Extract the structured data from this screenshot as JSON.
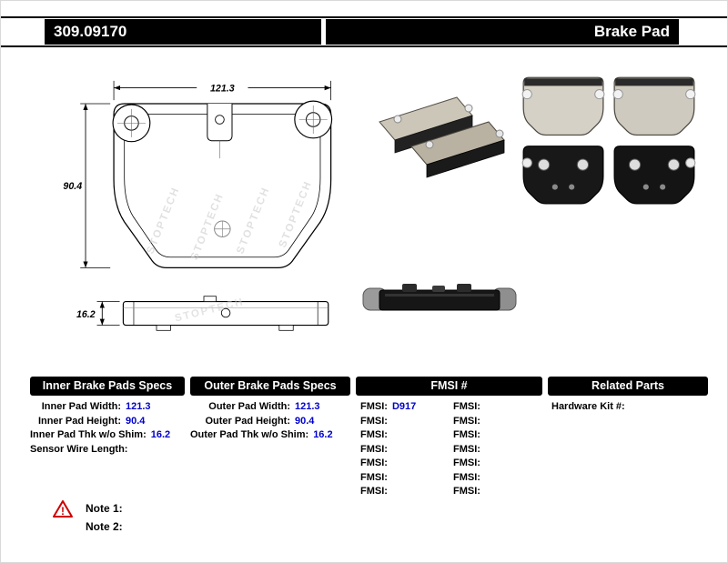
{
  "header": {
    "part_number": "309.09170",
    "title": "Brake Pad"
  },
  "drawing": {
    "front": {
      "width": "121.3",
      "height": "90.4"
    },
    "side": {
      "thickness": "16.2"
    },
    "watermark": "STOPTECH"
  },
  "specs": {
    "inner": {
      "title": "Inner Brake Pads Specs",
      "rows": [
        {
          "label": "Inner Pad Width:",
          "value": "121.3"
        },
        {
          "label": "Inner Pad Height:",
          "value": "90.4"
        },
        {
          "label": "Inner Pad Thk w/o Shim:",
          "value": "16.2"
        },
        {
          "label": "Sensor Wire Length:",
          "value": ""
        }
      ]
    },
    "outer": {
      "title": "Outer Brake Pads Specs",
      "rows": [
        {
          "label": "Outer Pad Width:",
          "value": "121.3"
        },
        {
          "label": "Outer Pad Height:",
          "value": "90.4"
        },
        {
          "label": "Outer Pad Thk w/o Shim:",
          "value": "16.2"
        }
      ]
    },
    "fmsi": {
      "title": "FMSI #",
      "left_rows": [
        {
          "label": "FMSI:",
          "value": "D917"
        },
        {
          "label": "FMSI:",
          "value": ""
        },
        {
          "label": "FMSI:",
          "value": ""
        },
        {
          "label": "FMSI:",
          "value": ""
        },
        {
          "label": "FMSI:",
          "value": ""
        },
        {
          "label": "FMSI:",
          "value": ""
        },
        {
          "label": "FMSI:",
          "value": ""
        }
      ],
      "right_rows": [
        {
          "label": "FMSI:",
          "value": ""
        },
        {
          "label": "FMSI:",
          "value": ""
        },
        {
          "label": "FMSI:",
          "value": ""
        },
        {
          "label": "FMSI:",
          "value": ""
        },
        {
          "label": "FMSI:",
          "value": ""
        },
        {
          "label": "FMSI:",
          "value": ""
        },
        {
          "label": "FMSI:",
          "value": ""
        }
      ]
    },
    "related": {
      "title": "Related Parts",
      "rows": [
        {
          "label": "Hardware Kit #:",
          "value": ""
        }
      ]
    }
  },
  "notes": {
    "warning_mark": "!",
    "note1": "Note 1:",
    "note2": "Note 2:"
  },
  "colors": {
    "value_blue": "#0000cc",
    "bar_black": "#000000",
    "warning_red": "#cc0000"
  }
}
